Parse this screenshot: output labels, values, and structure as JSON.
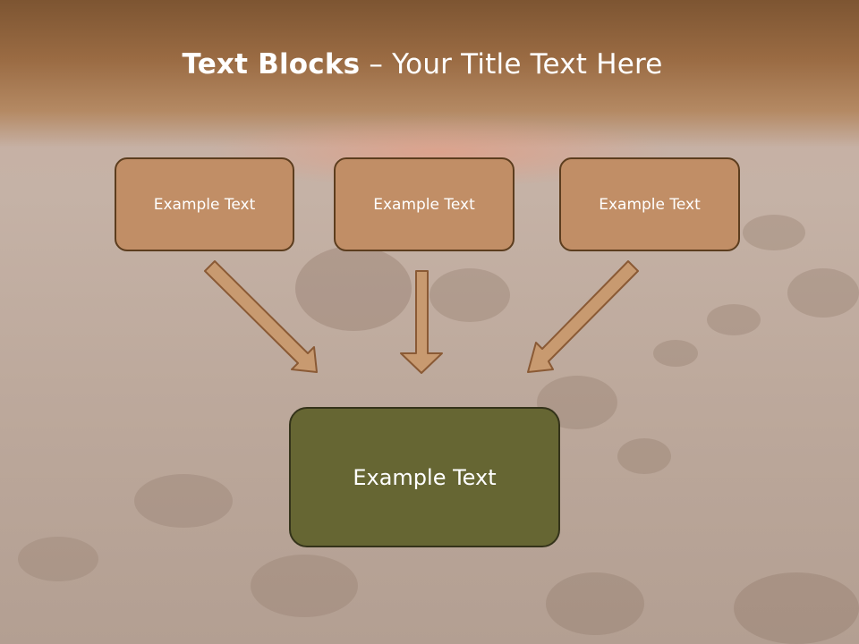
{
  "slide": {
    "title_bold": "Text Blocks",
    "title_rest": " – Your Title Text Here"
  },
  "boxes": {
    "top_left": "Example Text",
    "top_center": "Example Text",
    "top_right": "Example Text",
    "bottom": "Example Text"
  },
  "colors": {
    "box_fill": "#c18e66",
    "box_border": "#5c3d1e",
    "main_fill": "#666633",
    "arrow_fill": "#c89a70",
    "title_band": "#9a6b43"
  }
}
